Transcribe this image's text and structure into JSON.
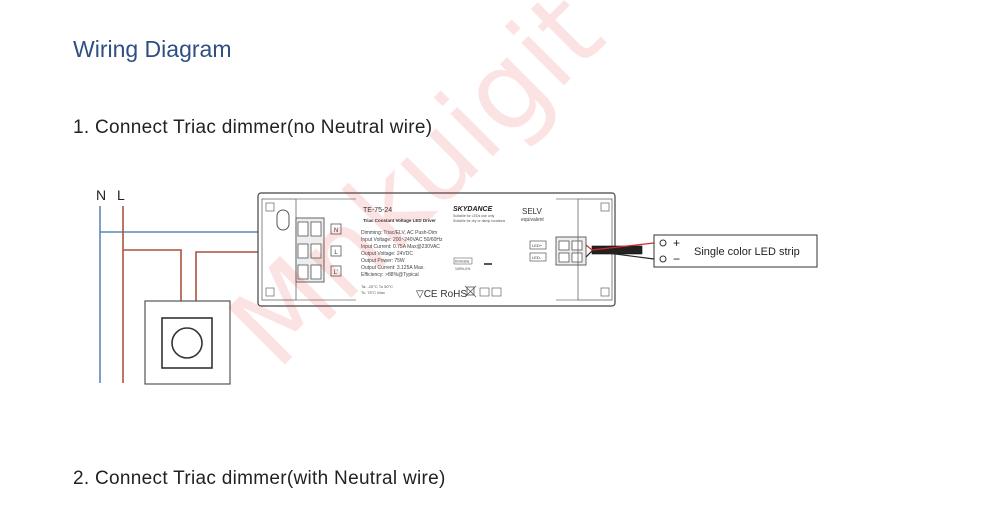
{
  "section_title": "Wiring Diagram",
  "step1": "1. Connect Triac dimmer(no Neutral wire)",
  "step2": "2. Connect Triac dimmer(with Neutral wire)",
  "wires": {
    "neutral": "N",
    "live": "L"
  },
  "colors": {
    "neutral_wire": "#5b88b8",
    "live_wire": "#a8543a",
    "title": "#2f4f82",
    "strip_positive": "#d62828"
  },
  "driver": {
    "model": "TE-75-24",
    "brand": "SKYDANCE",
    "brand_note_1": "Suitable for LEDs use only",
    "brand_note_2": "Suitable for dry or damp locations",
    "subtitle": "Triac Constant Voltage LED Driver",
    "selv": "SELV",
    "selv_sub": "equivalent",
    "specs": [
      "Dimming: Triac/ELV, AC Push-Dim",
      "Input Voltage: 200~240VAC 50/60Hz",
      "Input Current: 0.75A Max@230VAC",
      "Output Voltage: 24VDC",
      "Output Power: 75W",
      "Output Current: 3.125A Max.",
      "Efficiency: >88%@Typical"
    ],
    "temp_1": "Ta: -20°C To 50°C",
    "temp_2": "Tc: 75°C Max",
    "marks": "▽CE RoHS",
    "terminal_in": [
      "N",
      "L",
      "L'"
    ],
    "terminal_out": [
      "LED+",
      "LED-"
    ],
    "dim_label": "Dimmable",
    "dim_range": "100%-0%"
  },
  "led_strip": {
    "label": "Single color LED strip",
    "plus": "+",
    "minus": "−"
  },
  "watermark": "Mnkuigit"
}
